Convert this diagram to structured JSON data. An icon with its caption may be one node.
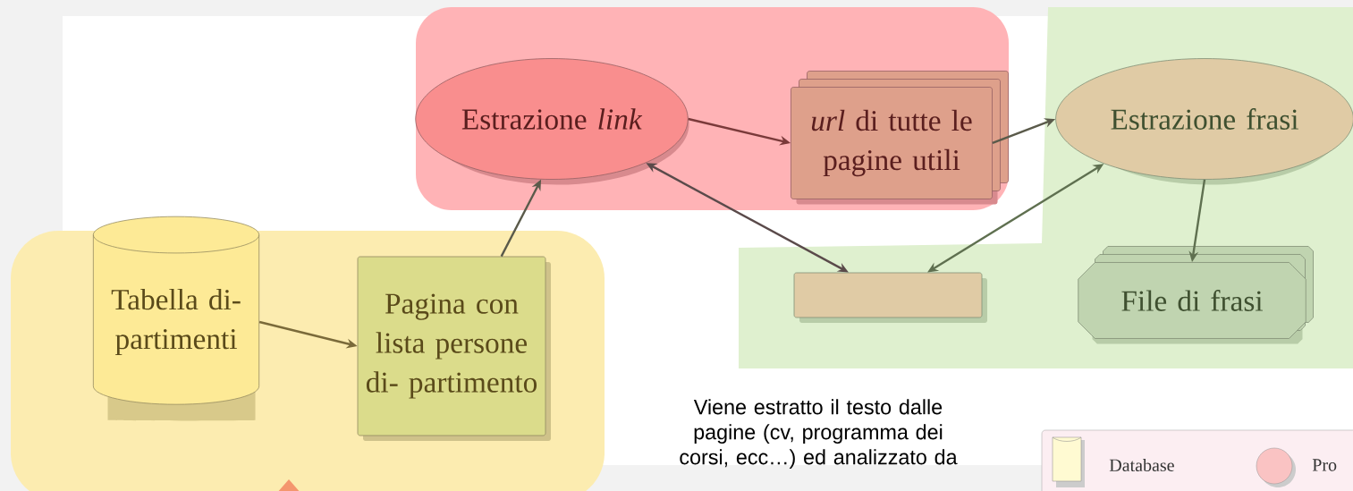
{
  "diagram": {
    "nodes": [
      {
        "text": [],
        "shape": "box"
      },
      {
        "text": [],
        "shape": "box"
      },
      {
        "text": [],
        "shape": "box"
      },
      {
        "text": [
          "Tabella di- partimenti"
        ],
        "in": 0
      },
      {
        "text": [
          "Pagina con lista persone di- partimento"
        ],
        "in": 0
      },
      {
        "text": [
          "Estrazione *link*"
        ],
        "in": 1
      },
      {
        "text": [
          "*url* di tutte le pagine utili"
        ],
        "in": 1
      },
      {
        "text": [
          "Estrazione frasi"
        ],
        "in": 2
      },
      {
        "text": [],
        "shape": "box",
        "in": 2
      },
      {
        "text": [
          "File di frasi"
        ],
        "in": 2
      }
    ],
    "edges": [
      {
        "from": 3,
        "to": 4,
        "arrow": "to",
        "color": "#7a6a3a"
      },
      {
        "from": 4,
        "to": 5,
        "arrow": "to",
        "color": "#5a5a4a"
      },
      {
        "from": 5,
        "to": 6,
        "arrow": "to",
        "color": "#7a3a3a"
      },
      {
        "from": 6,
        "to": 7,
        "arrow": "to",
        "color": "#5a5a4a"
      },
      {
        "from": 5,
        "to": 8,
        "arrow": "both",
        "color": "#5a4a4a"
      },
      {
        "from": 7,
        "to": 8,
        "arrow": "both",
        "color": "#5f7050"
      },
      {
        "from": 7,
        "to": 9,
        "arrow": "to",
        "color": "#5f7050"
      }
    ],
    "labels": [
      "Viene estratto il testo dalle pagine (cv, programma dei corsi, ecc…) ed analizzato da"
    ],
    "legend": [
      {
        "text": "Database"
      },
      {
        "text": "Pro"
      }
    ]
  }
}
